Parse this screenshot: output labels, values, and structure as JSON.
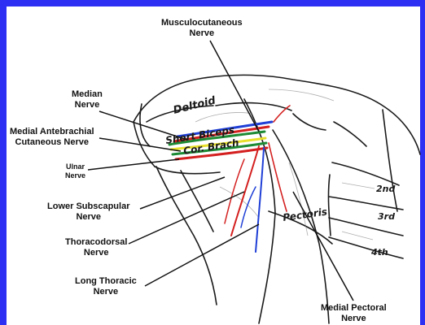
{
  "colors": {
    "frame": "#2d2ff2",
    "title_fragment": "#b0121b",
    "nerve_red": "#d41f1f",
    "nerve_blue": "#1f3fd6",
    "nerve_yellow": "#e8e02b",
    "nerve_green": "#1d8a34",
    "ink": "#1a1a1a"
  },
  "title_fragment": "",
  "labels": {
    "musculocutaneous": [
      "Musculocutaneous",
      "Nerve"
    ],
    "median": [
      "Median",
      "Nerve"
    ],
    "medial_antebrachial": [
      "Medial Antebrachial",
      "Cutaneous Nerve"
    ],
    "ulnar": [
      "Ulnar",
      "Nerve"
    ],
    "lower_subscapular": [
      "Lower Subscapular",
      "Nerve"
    ],
    "thoracodorsal": [
      "Thoracodorsal",
      "Nerve"
    ],
    "long_thoracic": [
      "Long Thoracic",
      "Nerve"
    ],
    "medial_pectoral": [
      "Medial Pectoral",
      "Nerve"
    ]
  },
  "drawing_text": {
    "deltoid": "Deltoid",
    "short_biceps": "Short Biceps",
    "cor_brach": "Cor. Brach",
    "pectoris": "Pectoris",
    "rib_2nd": "2nd",
    "rib_3rd": "3rd",
    "rib_4th": "4th"
  }
}
